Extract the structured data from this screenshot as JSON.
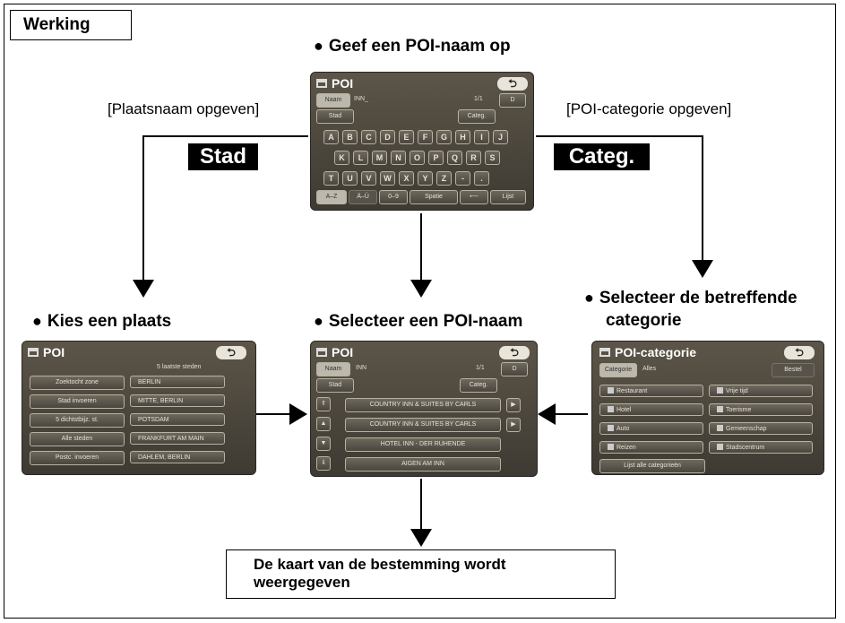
{
  "tag": "Werking",
  "top_heading": "Geef een POI-naam op",
  "left_paren": "[Plaatsnaam opgeven]",
  "right_paren": "[POI-categorie opgeven]",
  "label_stad": "Stad",
  "label_categ": "Categ.",
  "bullet": "●",
  "left_heading": "Kies een plaats",
  "mid_heading": "Selecteer een POI-naam",
  "right_heading_1": "Selecteer de betreffende",
  "right_heading_2": "categorie",
  "result_1": "De kaart van de bestemming wordt",
  "result_2": "weergegeven",
  "icons": {
    "back": "back-arrow-icon",
    "poi": "poi-building-icon"
  },
  "screen_top": {
    "title": "POI",
    "back": "⮌",
    "naam": "Naam",
    "entry": "INN_",
    "page": "1/1",
    "d": "D",
    "stad": "Stad",
    "categ": "Categ.",
    "row1": [
      "A",
      "B",
      "C",
      "D",
      "E",
      "F",
      "G",
      "H",
      "I",
      "J"
    ],
    "row2": [
      "K",
      "L",
      "M",
      "N",
      "O",
      "P",
      "Q",
      "R",
      "S"
    ],
    "row3": [
      "T",
      "U",
      "V",
      "W",
      "X",
      "Y",
      "Z",
      "-",
      "."
    ],
    "az": "A–Z",
    "aa": "Ä–Ü",
    "digits": "0–9",
    "space": "Spatie",
    "del": "⟵",
    "list": "Lijst"
  },
  "screen_left": {
    "title": "POI",
    "back": "⮌",
    "header": "5 laatste steden",
    "buttons": [
      "Zoektocht zone",
      "Stad invoeren",
      "5 dichtstbijz. st.",
      "Alle steden",
      "Postc. invoeren"
    ],
    "cities": [
      "BERLIN",
      "MITTE, BERLIN",
      "POTSDAM",
      "FRANKFURT AM MAIN",
      "DAHLEM, BERLIN"
    ]
  },
  "screen_mid": {
    "title": "POI",
    "back": "⮌",
    "naam": "Naam",
    "entry": "INN",
    "page": "1/1",
    "d": "D",
    "stad": "Stad",
    "categ": "Categ.",
    "items": [
      "COUNTRY INN & SUITES BY CARLS",
      "COUNTRY INN & SUITES BY CARLS",
      "HOTEL INN - DER RUHENDE",
      "AIGEN AM INN"
    ]
  },
  "screen_right": {
    "title": "POI-categorie",
    "back": "⮌",
    "tab1": "Categorie",
    "tab2": "Alles",
    "tab3": "Bestel",
    "left": [
      "Restaurant",
      "Hotel",
      "Auto",
      "Reizen"
    ],
    "right": [
      "Vrije tijd",
      "Toerisme",
      "Gemeenschap",
      "Stadscentrum"
    ],
    "all": "Lijst alle categorieën"
  }
}
